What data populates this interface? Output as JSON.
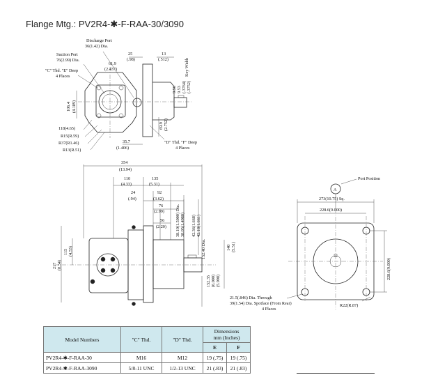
{
  "title": "Flange Mtg.: PV2R4-✱-F-RAA-30/3090",
  "top_view": {
    "discharge_port": "Discharge Port",
    "discharge_dia": "36(1.42) Dia.",
    "suction_port": "Suction Port",
    "suction_dia": "76(2.99) Dia.",
    "c_thd_deep": "\"C\" Thd. \"E\" Deep",
    "four_places_1": "4 Places",
    "d_61_9": "61.9",
    "d_2_437": "(2.437)",
    "d_25": "25",
    "d_98": "(.98)",
    "d_13": "13",
    "d_512": "(.512)",
    "key_width": "Key Width",
    "d_9_56": "9.56",
    "d_9_53": "9.53",
    "d_3764": "(.3764)",
    "d_3752": "(.3752)",
    "d_106_4": "106.4",
    "d_4_189": "(4.189)",
    "d_69_9": "69.9",
    "d_2_752": "(2.752)",
    "r_118": "118(4.65)",
    "r_15": "R15(R.59)",
    "r_37": "R37(R1.46)",
    "r_13": "R13(R.51)",
    "d_35_7": "35.7",
    "d_1_406": "(1.406)",
    "d_thd_deep": "\"D\" Thd. \"F\" Deep",
    "four_places_2": "4 Places"
  },
  "side_view": {
    "d_354": "354",
    "d_13_94": "(13.94)",
    "d_110": "110",
    "d_4_33": "(4.33)",
    "d_135": "135",
    "d_5_31": "(5.31)",
    "d_24": "24",
    "d_94": "(.94)",
    "d_92": "92",
    "d_3_62": "(3.62)",
    "d_76": "76",
    "d_2_99": "(2.99)",
    "d_56": "56",
    "d_2_20": "(2.20)",
    "shaft_dia_1": "38.10(1.5000) Dia.",
    "shaft_dia_2": "38.05(1.4980)",
    "shaft_dia_3": "42.36(1.668)",
    "shaft_dia_4": "42.18(1.661)",
    "d_217": "217",
    "d_8_54": "(8.54)",
    "d_115": "115",
    "d_4_53": "(4.53)",
    "d_140": "140",
    "d_5_51": "(5.51)",
    "pilot_1": "152.40 Dia.",
    "pilot_2": "152.35",
    "pilot_3": "(6.000)",
    "pilot_4": "(5.998)"
  },
  "front_view": {
    "port_position": "Port Position",
    "marker_a": "A",
    "sq_273": "273(10.75) Sq.",
    "d_228_6_top": "228.6(9.000)",
    "d_228_6_right": "228.6(9.000)",
    "hole_dia": "21.5(.846) Dia. Through",
    "spotface": "39(1.54) Dia. Spotface (From Rear)",
    "four_places_3": "4 Places",
    "r_22": "R22(R.87)"
  },
  "table": {
    "headers": {
      "model": "Model Numbers",
      "c_thd": "\"C\" Thd.",
      "d_thd": "\"D\" Thd.",
      "dimensions": "Dimensions",
      "units": "mm (Inches)",
      "e": "E",
      "f": "F"
    },
    "rows": [
      {
        "model": "PV2R4-✱-F-RAA-30",
        "c_thd": "M16",
        "d_thd": "M12",
        "e": "19 (.75)",
        "f": "19 (.75)"
      },
      {
        "model": "PV2R4-✱-F-RAA-3090",
        "c_thd": "5/8-11 UNC",
        "d_thd": "1/2-13 UNC",
        "e": "21 (.83)",
        "f": "21 (.83)"
      }
    ]
  }
}
